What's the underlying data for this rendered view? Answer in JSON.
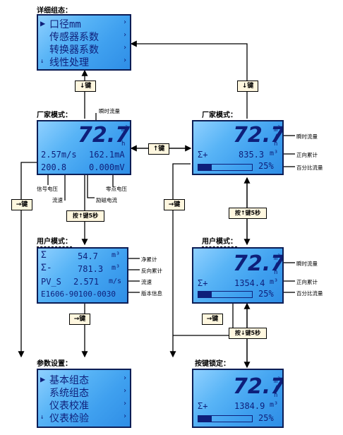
{
  "sections": {
    "detail": "详细组态：",
    "factory_left": "厂家模式：",
    "factory_right": "厂家模式：",
    "user_left": "用户模式：",
    "user_right": "用户模式：",
    "params": "参数设置：",
    "lock": "按键锁定："
  },
  "keys": {
    "down": "↓键",
    "up": "↑键",
    "right": "→键",
    "hold_up5": "按↑键5秒",
    "hold_down5": "按↓键5秒"
  },
  "screens": {
    "detail": {
      "items": [
        "口径mm",
        "传感器系数",
        "转换器系数",
        "线性处理"
      ]
    },
    "factory_left": {
      "flow": "72.7",
      "unit_top": "m",
      "unit_exp": "3",
      "unit_bot": "h",
      "row2_left": "2.57m/s",
      "row2_right": "162.1mA",
      "row3_left": "200.8",
      "row3_right": "0.000mV"
    },
    "factory_right": {
      "flow": "72.7",
      "unit_top": "m",
      "unit_exp": "3",
      "unit_bot": "h",
      "sum_sym": "Σ+",
      "sum": "835.3",
      "sum_unit": "m³",
      "percent": "25%",
      "percent_value": 0.25
    },
    "user_left": {
      "rows": [
        {
          "sym": "Σ",
          "val": "54.7",
          "unit": "m³"
        },
        {
          "sym": "Σ-",
          "val": "781.3",
          "unit": "m³"
        },
        {
          "sym": "PV_S",
          "val": "2.571",
          "unit": "m/s"
        },
        {
          "sym": "",
          "val": "E1606-90100-0030",
          "unit": ""
        }
      ]
    },
    "user_right": {
      "flow": "72.7",
      "unit_top": "m",
      "unit_exp": "3",
      "unit_bot": "h",
      "sum_sym": "Σ+",
      "sum": "1354.4",
      "sum_unit": "m³",
      "percent": "25%",
      "percent_value": 0.25
    },
    "params": {
      "items": [
        "基本组态",
        "系统组态",
        "仪表校准",
        "仪表检验"
      ]
    },
    "lock": {
      "flow": "72.7",
      "unit_top": "m",
      "unit_exp": "3",
      "unit_bot": "h",
      "sum_sym": "Σ+",
      "sum": "1384.9",
      "sum_unit": "m³",
      "percent": "25%",
      "percent_value": 0.25
    }
  },
  "callouts": {
    "instant_flow": "瞬时流量",
    "signal_voltage": "信号电压",
    "flow_velocity": "流速",
    "zero_voltage": "零点电压",
    "excitation_current": "励磁电流",
    "forward_total": "正向累计",
    "percent_flow": "百分比流量",
    "net_total": "净累计",
    "reverse_total": "反向累计",
    "velocity": "流速",
    "version": "版本信息"
  }
}
